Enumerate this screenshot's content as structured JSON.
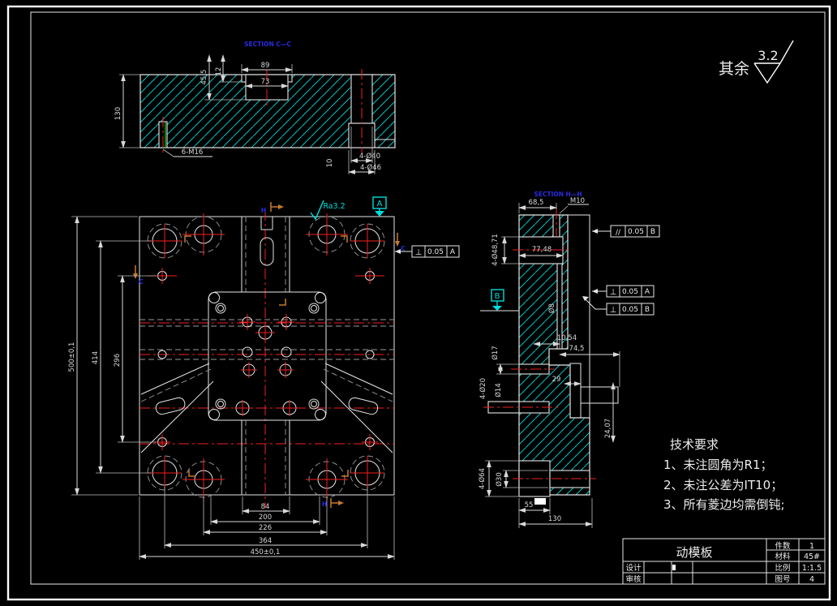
{
  "surface_note": {
    "prefix": "其余",
    "value": "3.2"
  },
  "top_view": {
    "label": "SECTION C—C",
    "dims": {
      "d455": "45,5",
      "d12": "12",
      "d89": "89",
      "d73": "73",
      "d130": "130",
      "d10": "10",
      "thread": "6-M16",
      "holes_a": "4-Ø40",
      "holes_b": "4-Ø46"
    }
  },
  "front_view": {
    "roughness": "Ra3.2",
    "datum": "A",
    "fcf": {
      "sym": "⊥",
      "tol": "0.05",
      "ref": "A"
    },
    "dims": {
      "d500": "500±0,1",
      "d414": "414",
      "d296": "296",
      "d84": "84",
      "d200": "200",
      "d226": "226",
      "d364": "364",
      "d450": "450±0,1"
    },
    "marks": {
      "top": "H",
      "bottom": "H",
      "left": "C",
      "right": "C"
    }
  },
  "side_view": {
    "label": "SECTION H—H",
    "datum": "B",
    "fcf_par": {
      "sym": "//",
      "tol": "0.05",
      "ref": "B"
    },
    "fcf_perp_a": {
      "sym": "⊥",
      "tol": "0.05",
      "ref": "A"
    },
    "fcf_perp_b": {
      "sym": "⊥",
      "tol": "0.05",
      "ref": "B"
    },
    "dims": {
      "d685": "68,5",
      "thread": "M10",
      "d4871": "4-Ø48,71",
      "d7748": "77,48",
      "d8": "Ø8",
      "d1054": "10,54",
      "d745": "74,5",
      "d17": "Ø17",
      "d29": "29",
      "d14": "Ø14",
      "d420": "4-Ø20",
      "d2407": "24,07",
      "d464": "4-Ø64",
      "d30": "Ø30",
      "d55": "55",
      "d130": "130"
    }
  },
  "tech_req": {
    "title": "技术要求",
    "items": [
      "1、未注圆角为R1；",
      "2、未注公差为IT10；",
      "3、所有菱边均需倒钝;"
    ]
  },
  "title_block": {
    "part_name": "动模板",
    "qty_label": "件数",
    "qty": "1",
    "material_label": "材料",
    "material": "45#",
    "designer_label": "设计",
    "checker_label": "审核",
    "scale_label": "比例",
    "scale": "1:1.5",
    "no_label": "图号",
    "no": "4"
  }
}
